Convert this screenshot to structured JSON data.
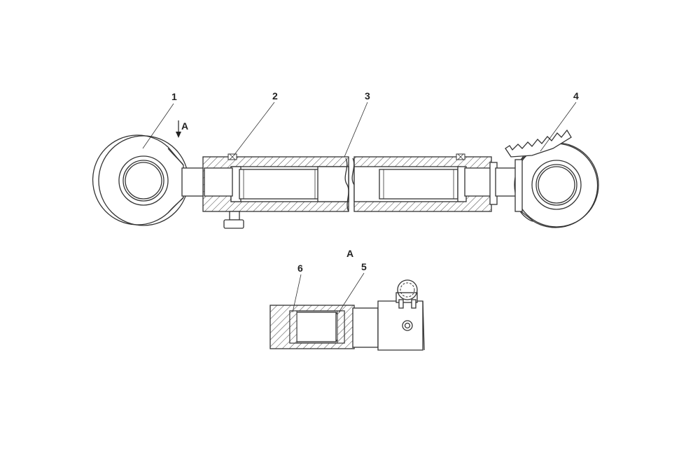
{
  "labels": {
    "p1": "1",
    "p2": "2",
    "p3": "3",
    "p4": "4",
    "p5": "5",
    "p6": "6",
    "view_arrow": "A",
    "view_title": "A"
  },
  "colors": {
    "line": "#333333",
    "background": "#ffffff",
    "hatch": "#444444"
  }
}
